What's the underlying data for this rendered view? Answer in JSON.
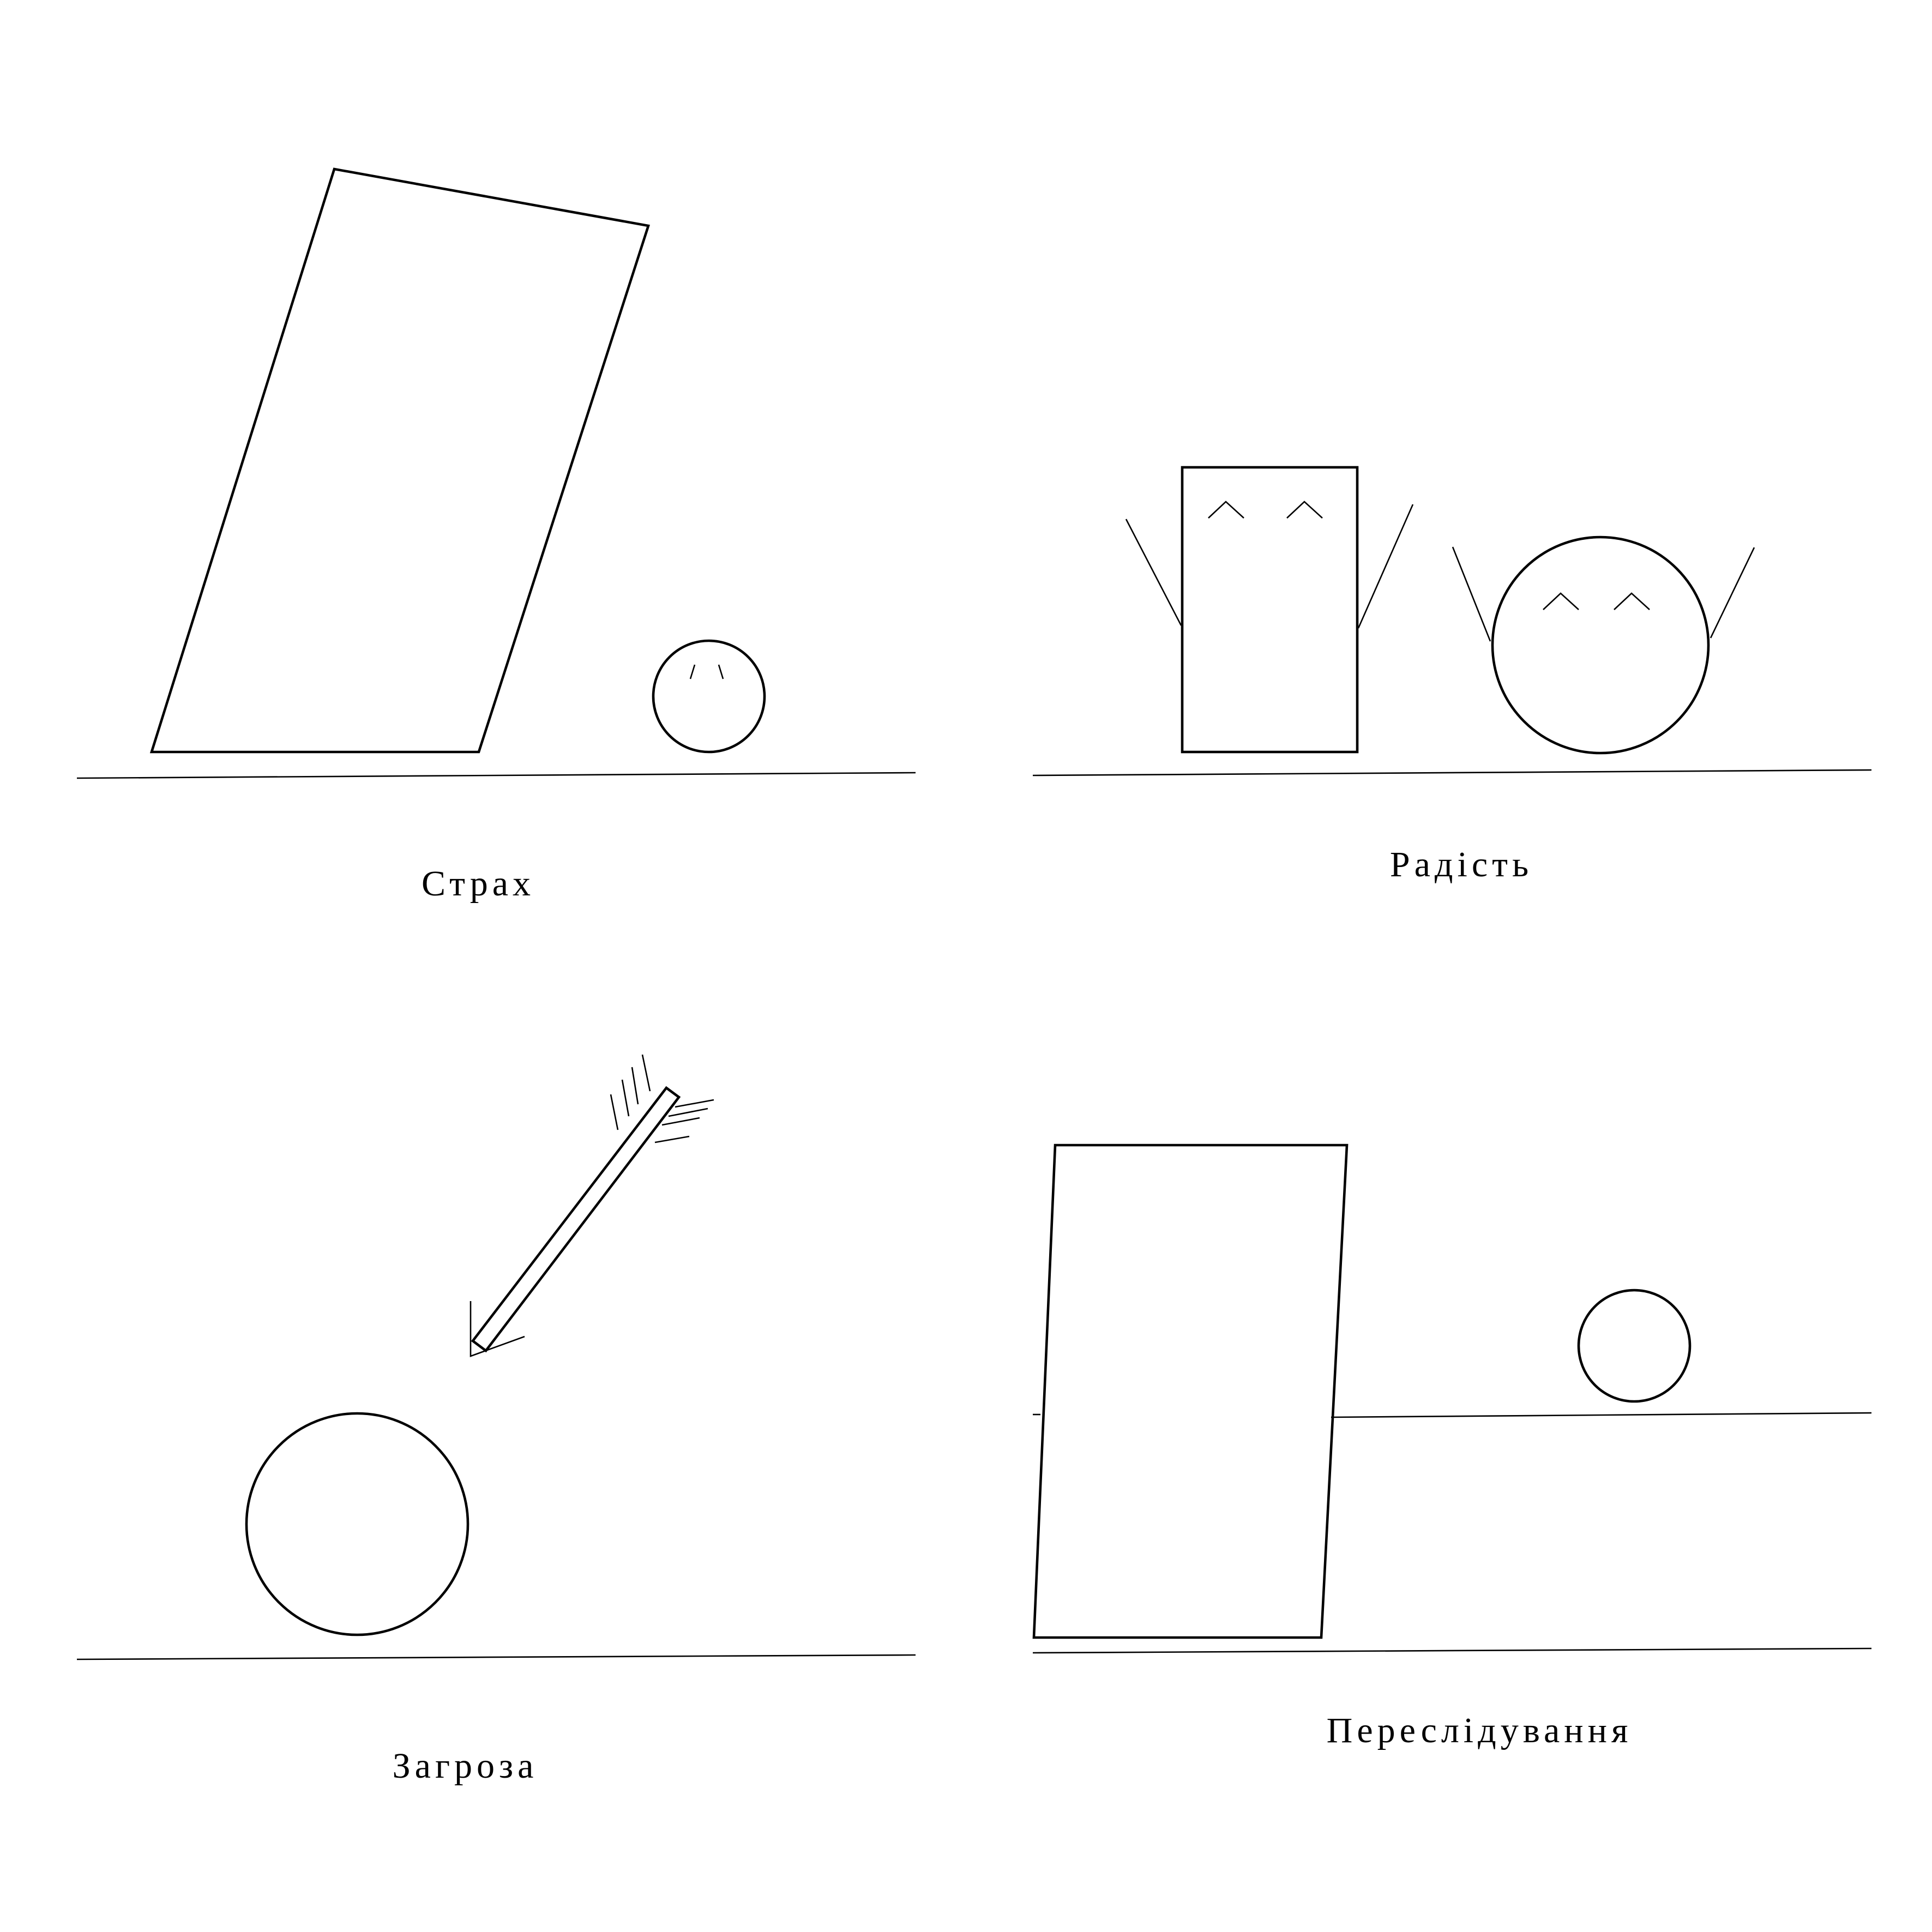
{
  "panels": [
    {
      "id": "fear",
      "caption": "Страх"
    },
    {
      "id": "joy",
      "caption": "Радість"
    },
    {
      "id": "threat",
      "caption": "Загроза"
    },
    {
      "id": "chase",
      "caption": "Переслідування"
    }
  ],
  "colors": {
    "stroke": "#000000",
    "background": "#ffffff"
  }
}
